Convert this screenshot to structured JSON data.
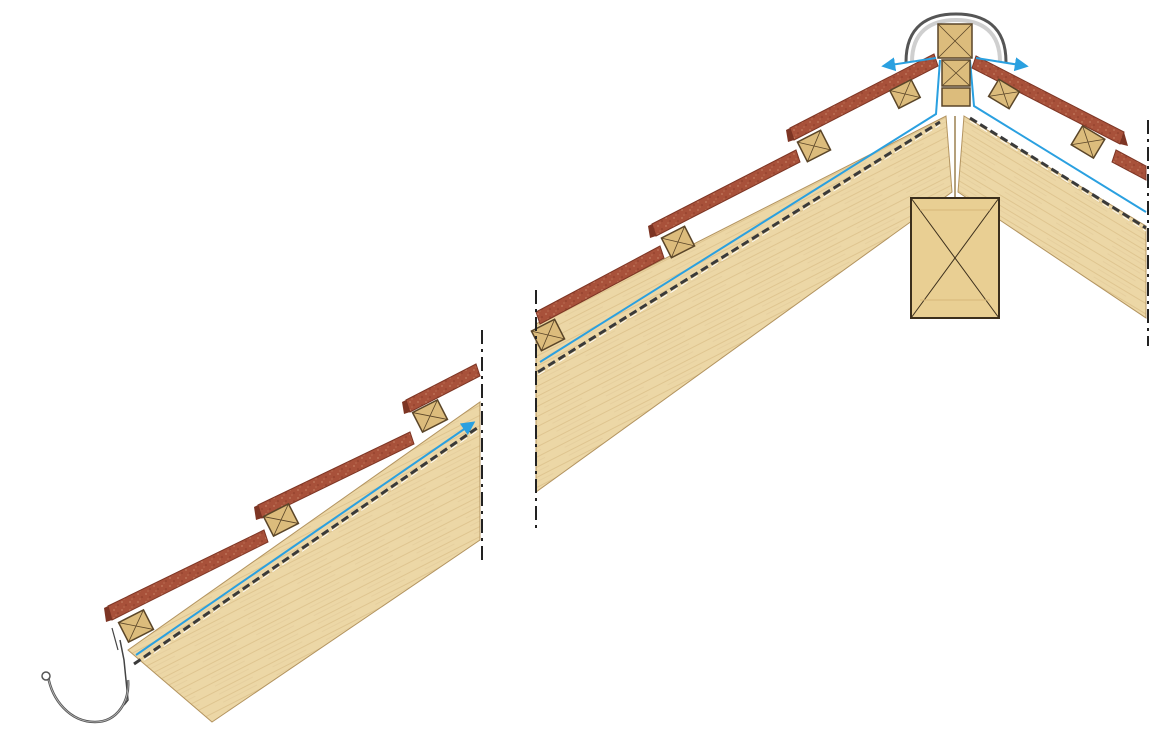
{
  "diagram": {
    "subject": "roof-eaves-to-ridge-cross-section",
    "colors": {
      "background": "#ffffff",
      "timber": "#ecd7a6",
      "timber_grain": "#d9bf86",
      "timber_edge": "#a88a52",
      "tile": "#a8513a",
      "tile_dark": "#7d3524",
      "tile_speckle": "#c27a5e",
      "batten": "#dcbc7c",
      "batten_edge": "#5a4528",
      "membrane": "#3a3a3a",
      "airflow": "#2aa0e0",
      "break_line": "#222222",
      "gutter": "#555555",
      "ridge_cap": "#c9c9c9"
    },
    "components": [
      "gutter",
      "rafter",
      "roof-tiles",
      "tile-battens",
      "counter-battens",
      "underlay-membrane",
      "ventilation-airflow",
      "ridge-beam",
      "ridge-vent-cap",
      "section-break-lines"
    ]
  }
}
